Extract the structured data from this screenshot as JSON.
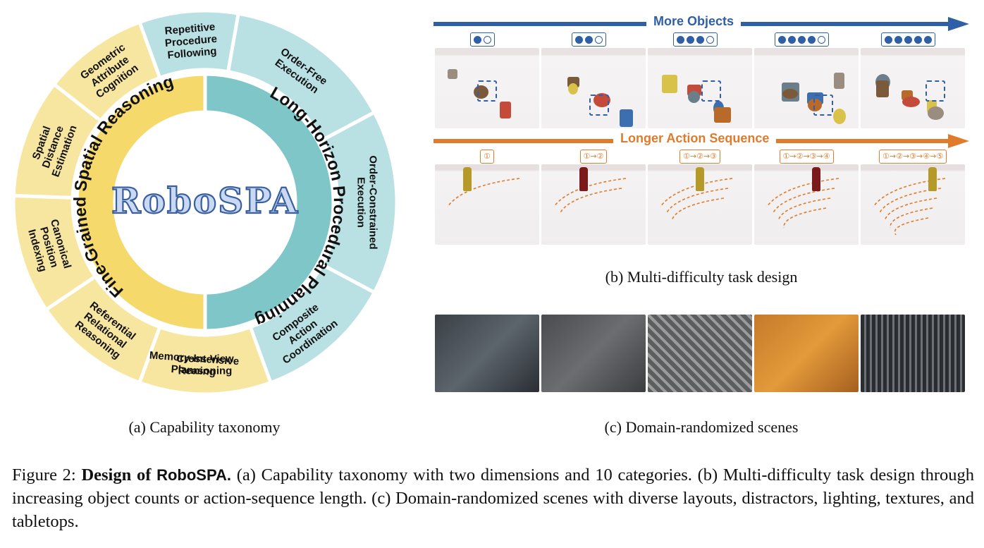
{
  "panel_a": {
    "center_logo": "RoboSPA",
    "inner_left_label": "Fine-Grained Spatial Reasoning",
    "inner_right_label": "Long-Horizon Procedural Planning",
    "spatial_categories": [
      "Geometric Attribute Cognition",
      "Spatial Distance Estimation",
      "Canonical Position Indexing",
      "Referential Relational Reasoning",
      "Cross-View Reasoning"
    ],
    "planning_categories": [
      "Repetitive Procedure Following",
      "Order-Free Execution",
      "Order-Constrained Execution",
      "Composite Action Coordination",
      "Memory-Intensive Planning"
    ],
    "caption": "(a) Capability taxonomy",
    "colors": {
      "spatial_outer": "#f7e6a0",
      "spatial_inner": "#f5d96a",
      "planning_outer": "#b9e0e2",
      "planning_inner": "#7fc6c9"
    }
  },
  "panel_b": {
    "top_arrow_label": "More Objects",
    "bottom_arrow_label": "Longer Action Sequence",
    "object_counts": [
      2,
      3,
      4,
      5,
      5
    ],
    "filled_counts": [
      1,
      2,
      3,
      4,
      5
    ],
    "sequence_labels": [
      "①",
      "①→②",
      "①→②→③",
      "①→②→③→④",
      "①→②→③→④→⑤"
    ],
    "caption": "(b) Multi-difficulty task design",
    "colors": {
      "objects": "#2f5fa6",
      "sequence": "#e07b2c"
    }
  },
  "panel_c": {
    "caption": "(c) Domain-randomized scenes"
  },
  "figure_caption": {
    "prefix": "Figure 2: ",
    "bold_lead": "Design of ",
    "bold_name": "RoboSPA.",
    "text": " (a) Capability taxonomy with two dimensions and 10 categories. (b) Multi-difficulty task design through increasing object counts or action-sequence length. (c) Domain-randomized scenes with diverse layouts, distractors, lighting, textures, and tabletops."
  }
}
